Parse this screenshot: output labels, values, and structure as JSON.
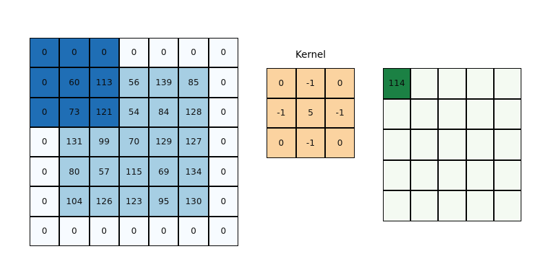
{
  "chart_data": {
    "type": "heatmap",
    "title": "",
    "description": "2D convolution illustration: zero-padded 7x7 input with a 3x3 receptive field highlighted, a 3x3 sharpen kernel, and a 5x5 output feature map with the first value computed.",
    "panels": [
      {
        "name": "input",
        "label": "",
        "rows": 7,
        "cols": 7,
        "values": [
          [
            0,
            0,
            0,
            0,
            0,
            0,
            0
          ],
          [
            0,
            60,
            113,
            56,
            139,
            85,
            0
          ],
          [
            0,
            73,
            121,
            54,
            84,
            128,
            0
          ],
          [
            0,
            131,
            99,
            70,
            129,
            127,
            0
          ],
          [
            0,
            80,
            57,
            115,
            69,
            134,
            0
          ],
          [
            0,
            104,
            126,
            123,
            95,
            130,
            0
          ],
          [
            0,
            0,
            0,
            0,
            0,
            0,
            0
          ]
        ],
        "highlight": {
          "row_start": 0,
          "col_start": 0,
          "rows": 3,
          "cols": 3
        }
      },
      {
        "name": "kernel",
        "label": "Kernel",
        "rows": 3,
        "cols": 3,
        "values": [
          [
            0,
            -1,
            0
          ],
          [
            -1,
            5,
            -1
          ],
          [
            0,
            -1,
            0
          ]
        ]
      },
      {
        "name": "output",
        "label": "",
        "rows": 5,
        "cols": 5,
        "values": [
          [
            "114",
            "",
            "",
            "",
            ""
          ],
          [
            "",
            "",
            "",
            "",
            ""
          ],
          [
            "",
            "",
            "",
            "",
            ""
          ],
          [
            "",
            "",
            "",
            "",
            ""
          ],
          [
            "",
            "",
            "",
            "",
            ""
          ]
        ],
        "filled": {
          "row": 0,
          "col": 0,
          "value": "114"
        }
      }
    ],
    "colors": {
      "pad_cell": "#f7fbff",
      "data_cell": "#a6cee3",
      "highlight_cell": "#1f6eb5",
      "kernel_cell": "#fbd3a0",
      "output_empty": "#f4faf2",
      "output_filled": "#1b8144",
      "grid_line": "#000000",
      "text": "#101010"
    }
  },
  "input_grid": {
    "rows": [
      [
        "0",
        "0",
        "0",
        "0",
        "0",
        "0",
        "0"
      ],
      [
        "0",
        "60",
        "113",
        "56",
        "139",
        "85",
        "0"
      ],
      [
        "0",
        "73",
        "121",
        "54",
        "84",
        "128",
        "0"
      ],
      [
        "0",
        "131",
        "99",
        "70",
        "129",
        "127",
        "0"
      ],
      [
        "0",
        "80",
        "57",
        "115",
        "69",
        "134",
        "0"
      ],
      [
        "0",
        "104",
        "126",
        "123",
        "95",
        "130",
        "0"
      ],
      [
        "0",
        "0",
        "0",
        "0",
        "0",
        "0",
        "0"
      ]
    ]
  },
  "kernel": {
    "title": "Kernel",
    "rows": [
      [
        "0",
        "-1",
        "0"
      ],
      [
        "-1",
        "5",
        "-1"
      ],
      [
        "0",
        "-1",
        "0"
      ]
    ]
  },
  "output_grid": {
    "rows": [
      [
        "114",
        "",
        "",
        "",
        ""
      ],
      [
        "",
        "",
        "",
        "",
        ""
      ],
      [
        "",
        "",
        "",
        "",
        ""
      ],
      [
        "",
        "",
        "",
        "",
        ""
      ],
      [
        "",
        "",
        "",
        "",
        ""
      ]
    ]
  }
}
